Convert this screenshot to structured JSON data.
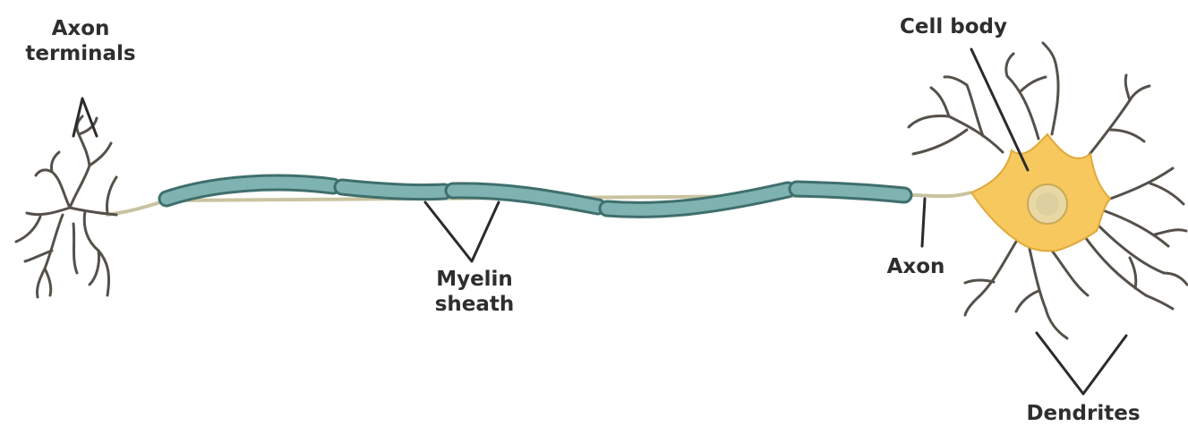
{
  "labels": {
    "axon_terminals": [
      "Axon",
      "terminals"
    ],
    "cell_body": "Cell body",
    "myelin_sheath": [
      "Myelin",
      "sheath"
    ],
    "axon": "Axon",
    "dendrites": "Dendrites"
  },
  "colors": {
    "myelin_fill": "#7fb3b1",
    "myelin_outline": "#3f6f6d",
    "axon_core": "#c9c3a0",
    "soma_fill": "#f7c85e",
    "nucleus_fill": "#e8d9a4",
    "process_stroke": "#55504a",
    "pointer_line": "#2b2b2b"
  }
}
